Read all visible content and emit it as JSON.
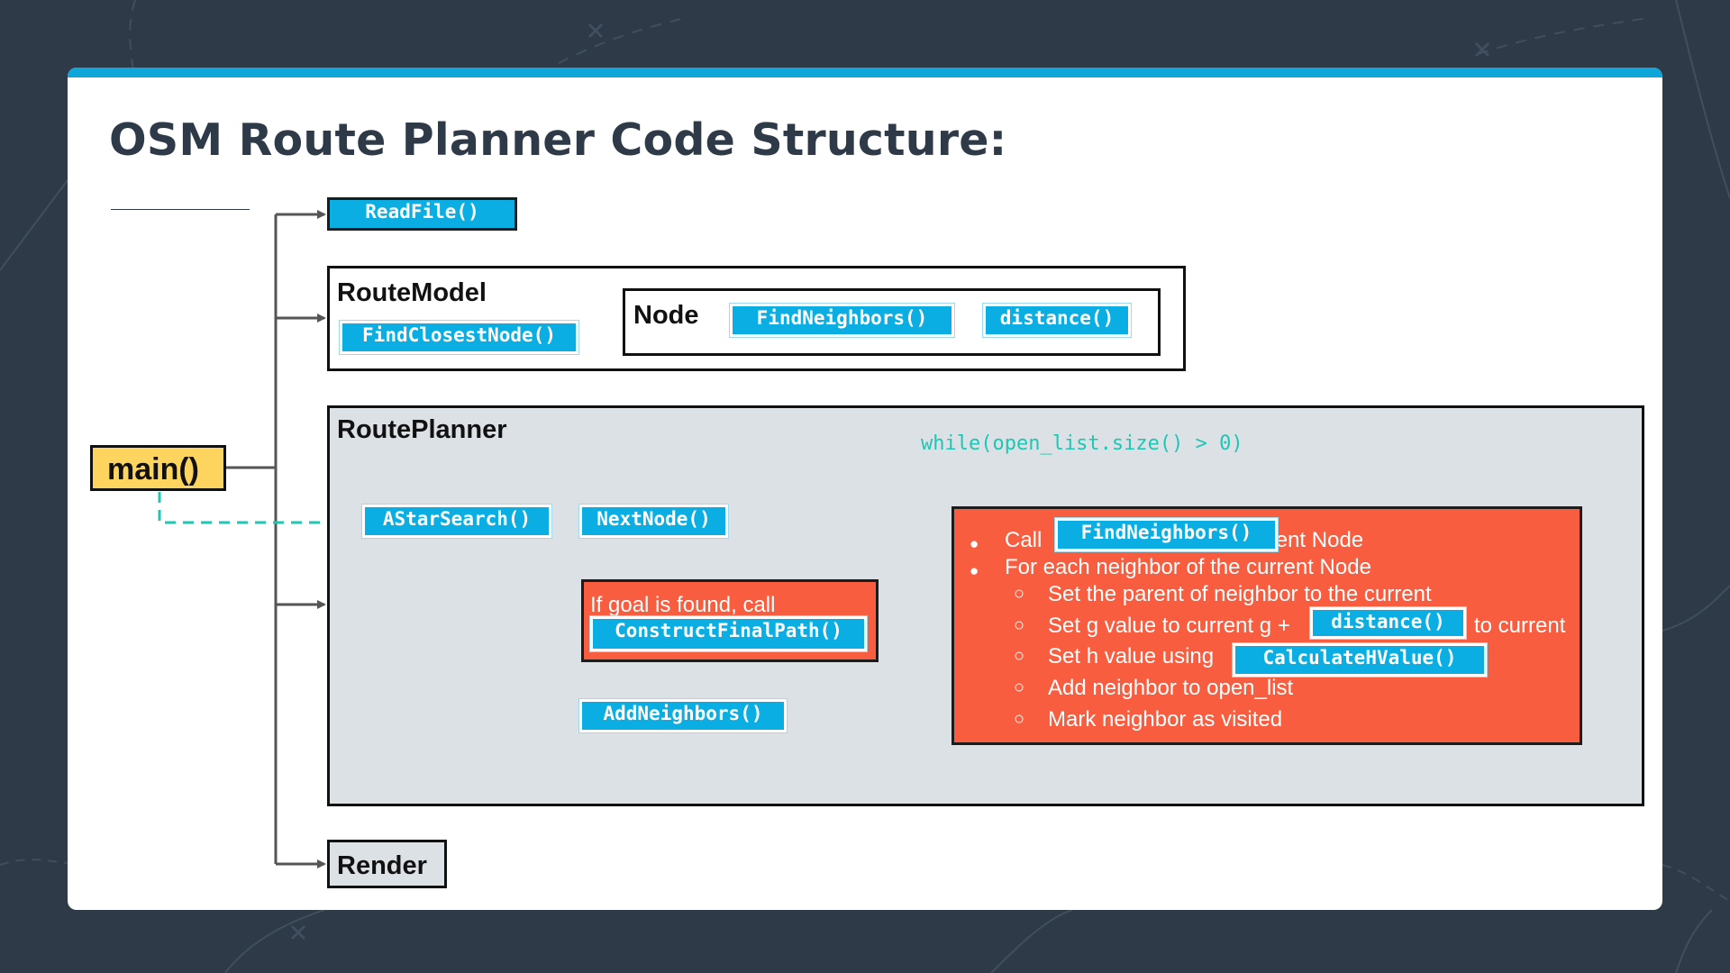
{
  "title": "OSM Route Planner Code Structure:",
  "colors": {
    "background": "#2e3a47",
    "accent_bar": "#0ea5d8",
    "function_box": "#0aaee3",
    "main_box": "#fdd55e",
    "step_box": "#f75d3e",
    "route_planner_fill": "#dce1e6",
    "loop_arrow": "#1ec6b4",
    "call_arrow": "#555555"
  },
  "main": {
    "label": "main()"
  },
  "readfile": {
    "label": "ReadFile()"
  },
  "route_model": {
    "title": "RouteModel",
    "find_closest_node": "FindClosestNode()",
    "node": {
      "title": "Node",
      "find_neighbors": "FindNeighbors()",
      "distance": "distance()"
    }
  },
  "route_planner": {
    "title": "RoutePlanner",
    "loop_label": "while(open_list.size() > 0)",
    "astar_search": "AStarSearch()",
    "next_node": "NextNode()",
    "goal": {
      "text": "If goal is found, call",
      "construct_final_path": "ConstructFinalPath()"
    },
    "add_neighbors": "AddNeighbors()",
    "steps": {
      "b1_call": "Call",
      "b1_fn": "FindNeighbors()",
      "b1_rest": "on the current Node",
      "b2": "For each neighbor of the current Node",
      "s1": "Set the parent of neighbor to the current",
      "s2_pre": "Set g value to current g +",
      "s2_fn": "distance()",
      "s2_post": "to current",
      "s3_pre": "Set h value using",
      "s3_fn": "CalculateHValue()",
      "s4": "Add neighbor to open_list",
      "s5": "Mark neighbor as visited"
    }
  },
  "render": {
    "title": "Render"
  },
  "icons": {
    "bullet": "●",
    "sub_bullet": "○"
  }
}
